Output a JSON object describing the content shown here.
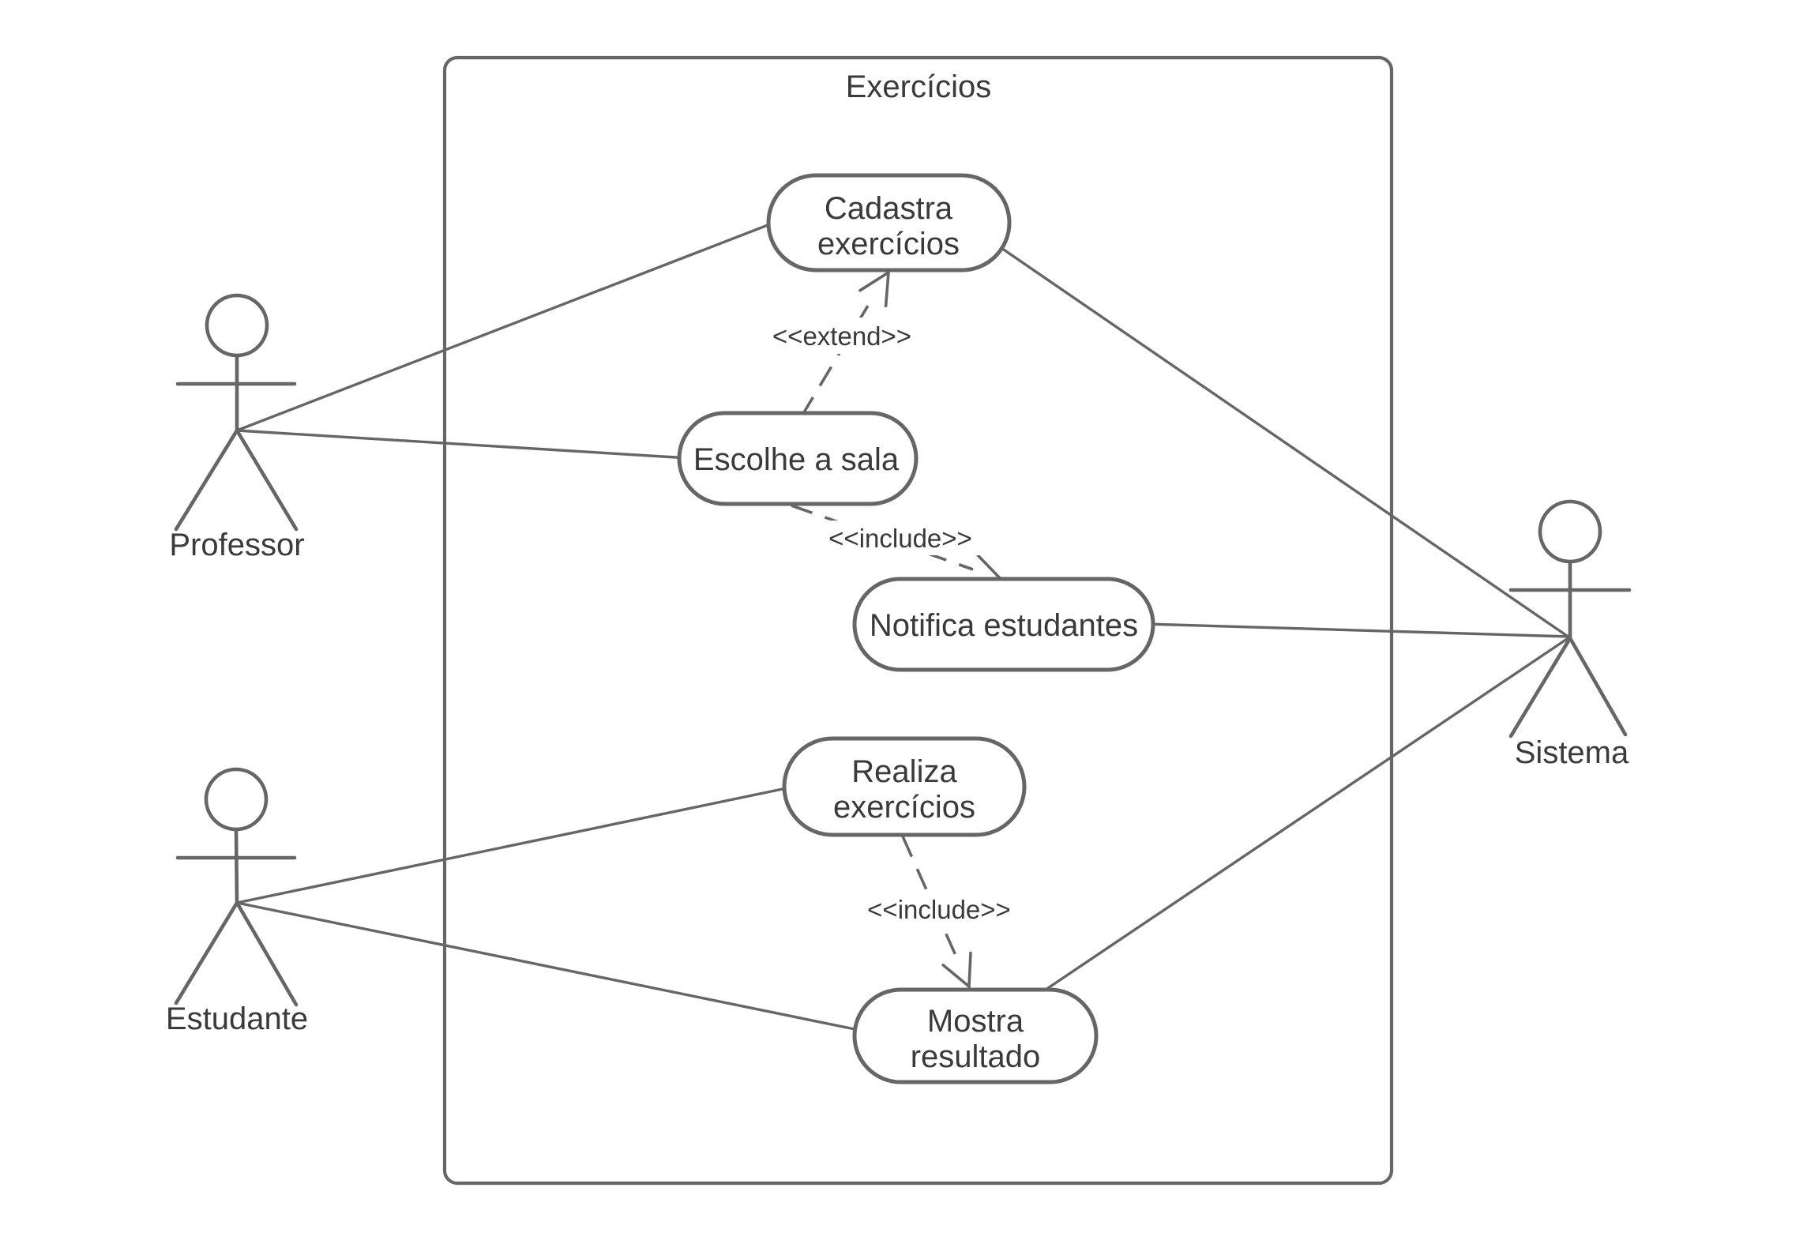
{
  "diagram": {
    "type": "uml-use-case-diagram",
    "colors": {
      "stroke": "#666666",
      "text": "#3a3a3a",
      "background": "#ffffff"
    },
    "system_boundary": {
      "title": "Exercícios"
    },
    "actors": {
      "professor": {
        "label": "Professor"
      },
      "estudante": {
        "label": "Estudante"
      },
      "sistema": {
        "label": "Sistema"
      }
    },
    "use_cases": {
      "cadastra": {
        "line1": "Cadastra",
        "line2": "exercícios"
      },
      "escolhe": {
        "line1": "Escolhe a sala"
      },
      "notifica": {
        "line1": "Notifica estudantes"
      },
      "realiza": {
        "line1": "Realiza",
        "line2": "exercícios"
      },
      "mostra": {
        "line1": "Mostra",
        "line2": "resultado"
      }
    },
    "stereotypes": {
      "extend": "<<extend>>",
      "include": "<<include>>"
    }
  }
}
